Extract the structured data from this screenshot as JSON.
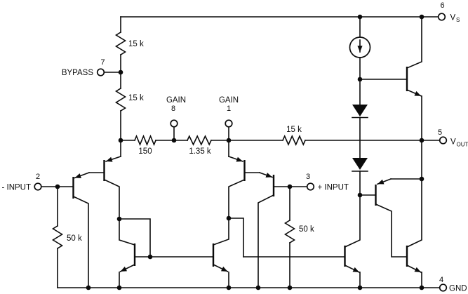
{
  "colors": {
    "line": "#000000",
    "background": "#ffffff"
  },
  "pins": {
    "bypass": {
      "number": "7",
      "label": "BYPASS"
    },
    "neg_input": {
      "number": "2",
      "label": "- INPUT"
    },
    "pos_input": {
      "number": "3",
      "label": "+ INPUT"
    },
    "gain_8": {
      "number": "8",
      "label": "GAIN"
    },
    "gain_1": {
      "number": "1",
      "label": "GAIN"
    },
    "supply": {
      "number": "6",
      "label_base": "V",
      "label_sub": "S"
    },
    "output": {
      "number": "5",
      "label_base": "V",
      "label_sub": "OUT"
    },
    "ground": {
      "number": "4",
      "label": "GND"
    }
  },
  "resistors": {
    "supply_top": "15 k",
    "supply_bypass": "15 k",
    "gain_low": "150",
    "gain_high": "1.35 k",
    "feedback": "15 k",
    "neg_input_bias": "50 k",
    "pos_input_bias": "50 k"
  }
}
